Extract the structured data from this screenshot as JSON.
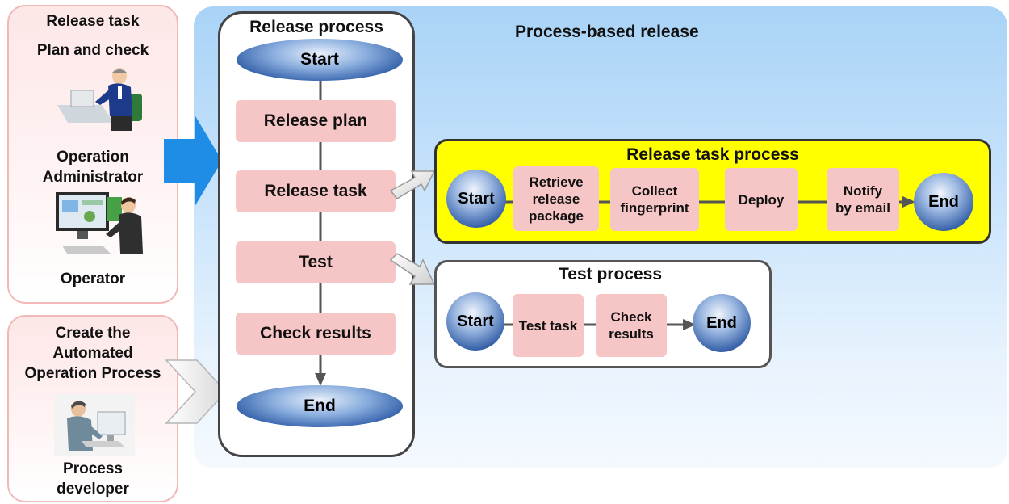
{
  "left_top": {
    "title": "Release task",
    "subtitle": "Plan and check",
    "role1": [
      "Operation",
      "Administrator"
    ],
    "role2": "Operator"
  },
  "left_bottom": {
    "title": [
      "Create the",
      "Automated",
      "Operation Process"
    ],
    "role": [
      "Process",
      "developer"
    ]
  },
  "main": {
    "title": "Process-based release",
    "release_process": {
      "title": "Release process",
      "start": "Start",
      "steps": [
        "Release plan",
        "Release task",
        "Test",
        "Check results"
      ],
      "end": "End"
    },
    "release_task_process": {
      "title": "Release task process",
      "start": "Start",
      "steps": [
        [
          "Retrieve",
          "release",
          "package"
        ],
        [
          "Collect",
          "fingerprint"
        ],
        [
          "Deploy"
        ],
        [
          "Notify",
          "by email"
        ]
      ],
      "end": "End"
    },
    "test_process": {
      "title": "Test process",
      "start": "Start",
      "steps": [
        [
          "Test task"
        ],
        [
          "Check",
          "results"
        ]
      ],
      "end": "End"
    }
  },
  "colors": {
    "pink_step": "#f6c5c5",
    "yellow_panel": "#ffff00",
    "blue_area": "#a9d3f7",
    "arrow_blue": "#1f8de6"
  }
}
